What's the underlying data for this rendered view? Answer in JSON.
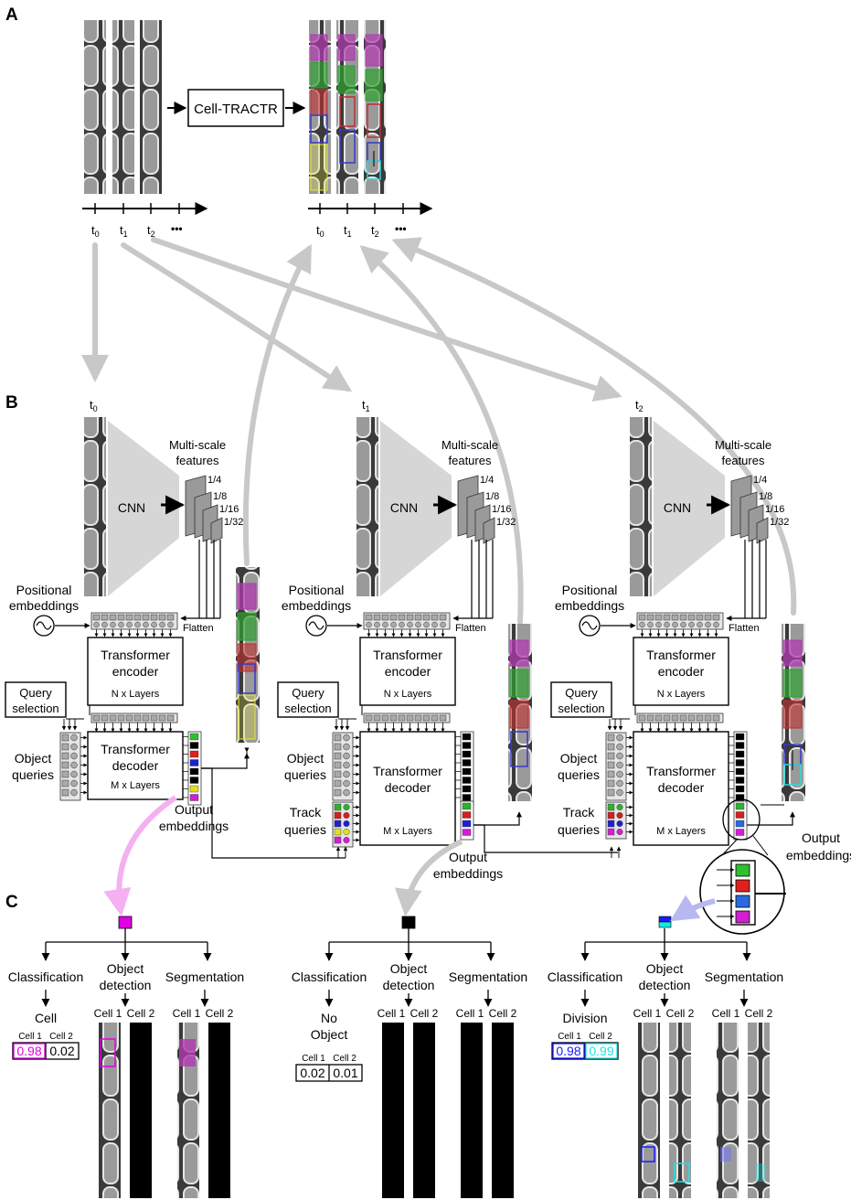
{
  "panels": {
    "a": "A",
    "b": "B",
    "c": "C"
  },
  "model_name": "Cell-TRACTR",
  "time": {
    "t": "t",
    "sub0": "0",
    "sub1": "1",
    "sub2": "2",
    "ellipsis": "•••"
  },
  "labels": {
    "cnn": "CNN",
    "multiscale_1": "Multi-scale",
    "multiscale_2": "features",
    "scales": [
      "1/4",
      "1/8",
      "1/16",
      "1/32"
    ],
    "positional_1": "Positional",
    "positional_2": "embeddings",
    "flatten": "Flatten",
    "encoder_1": "Transformer",
    "encoder_2": "encoder",
    "encoder_layers": "N x Layers",
    "decoder_1": "Transformer",
    "decoder_2": "decoder",
    "decoder_layers": "M x Layers",
    "query_sel_1": "Query",
    "query_sel_2": "selection",
    "object_1": "Object",
    "object_2": "queries",
    "track_1": "Track",
    "track_2": "queries",
    "output_1": "Output",
    "output_2": "embeddings"
  },
  "heads": {
    "classification": "Classification",
    "detection_1": "Object",
    "detection_2": "detection",
    "segmentation": "Segmentation",
    "cell1": "Cell 1",
    "cell2": "Cell 2"
  },
  "results": [
    {
      "class_1": "Cell",
      "class_2": "",
      "score1": "0.98",
      "score2": "0.02",
      "color1": "#e000e0",
      "color2": "#000000"
    },
    {
      "class_1": "No",
      "class_2": "Object",
      "score1": "0.02",
      "score2": "0.01",
      "color1": "#000000",
      "color2": "#000000"
    },
    {
      "class_1": "Division",
      "class_2": "",
      "score1": "0.98",
      "score2": "0.99",
      "color1": "#1a1aff",
      "color2": "#19e6e6"
    }
  ],
  "colors": {
    "magenta": "#b03ab0",
    "green": "#30a030",
    "red": "#c03030",
    "blue": "#3838c8",
    "yellow": "#e8e830",
    "cyan": "#30d8d8",
    "arrow_gray": "#c8c8c8",
    "arrow_pink": "#f4b0f0"
  }
}
